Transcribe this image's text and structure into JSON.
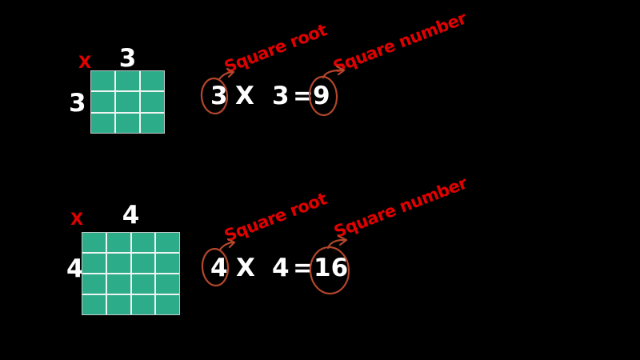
{
  "title": "Square roots and square numbers diagram",
  "colors": {
    "background": "#000000",
    "grid-fill": "#2dac8a",
    "grid-line": "#eef4f1",
    "grid-border": "#c2c9c6",
    "text-white": "#ffffff",
    "annotation-red": "#e00000",
    "mark-red": "#b3462b"
  },
  "sections": [
    {
      "grid": {
        "rows": 3,
        "cols": 3,
        "multiply_symbol": "X",
        "top_label": "3",
        "side_label": "3"
      },
      "equation": {
        "a": "3",
        "op": "X",
        "b": "3",
        "equals": "=",
        "result": "9"
      },
      "labels": {
        "square_root": "Square root",
        "square_number": "Square number"
      }
    },
    {
      "grid": {
        "rows": 4,
        "cols": 4,
        "multiply_symbol": "X",
        "top_label": "4",
        "side_label": "4"
      },
      "equation": {
        "a": "4",
        "op": "X",
        "b": "4",
        "equals": "=",
        "result": "16"
      },
      "labels": {
        "square_root": "Square root",
        "square_number": "Square number"
      }
    }
  ]
}
